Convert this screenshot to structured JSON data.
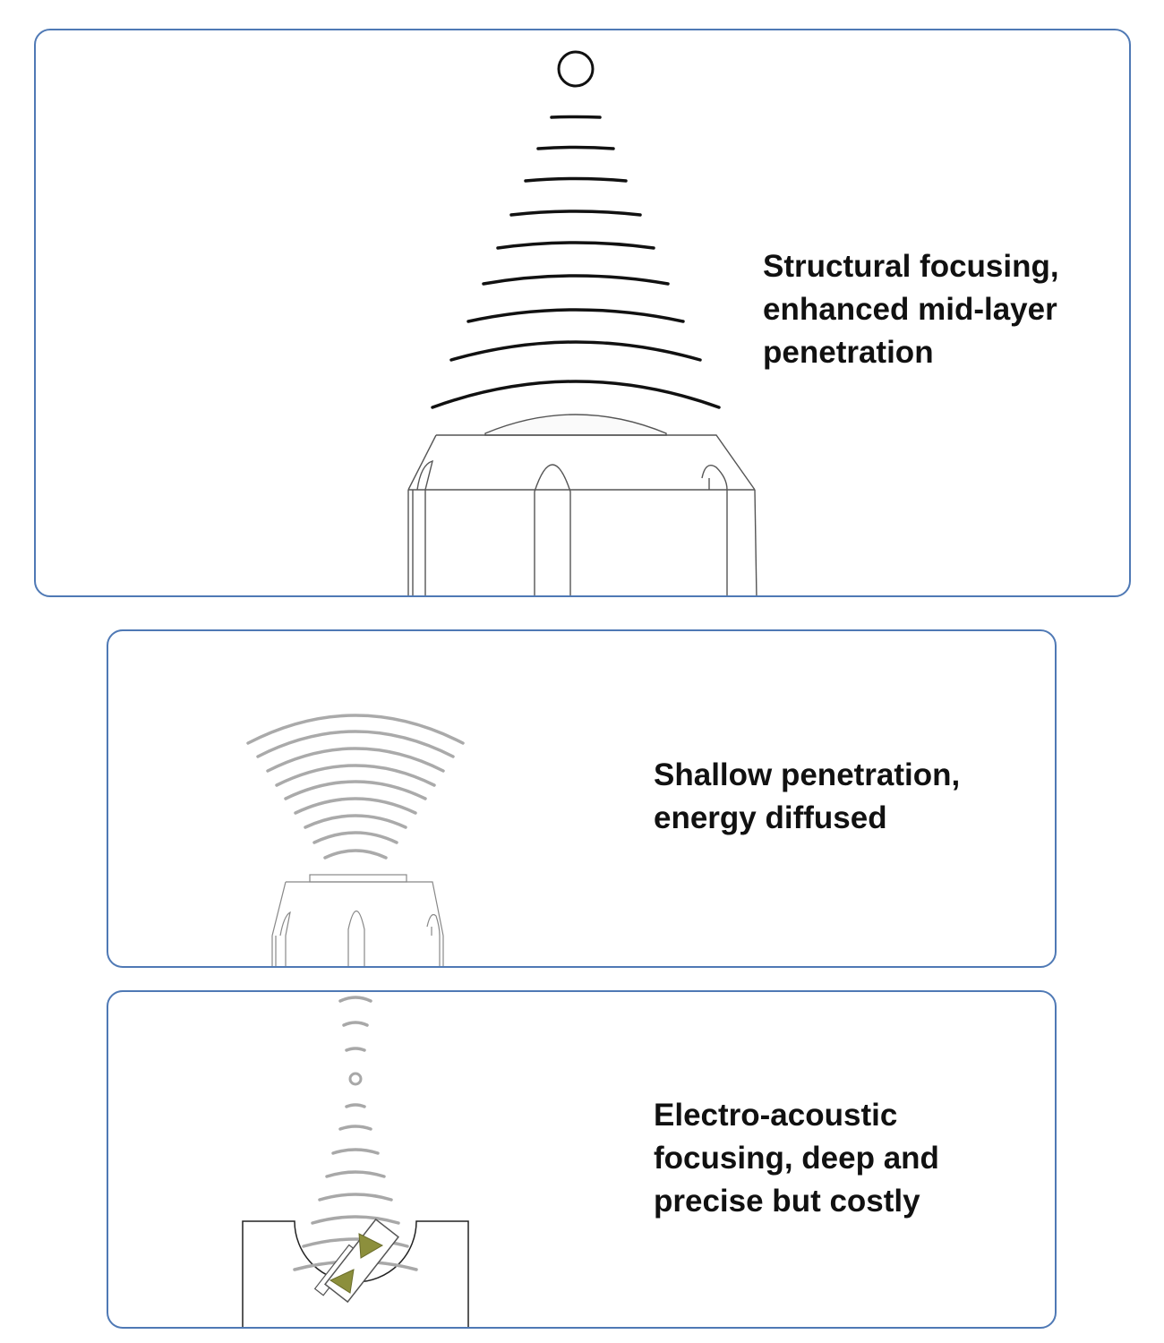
{
  "panels": [
    {
      "id": "structural",
      "caption_lines": [
        "Structural focusing,",
        "enhanced mid-layer",
        "penetration"
      ],
      "wave_color": "#111111",
      "device_color": "#555555"
    },
    {
      "id": "shallow",
      "caption_lines": [
        "Shallow penetration,",
        "energy diffused"
      ],
      "wave_color": "#aaaaaa",
      "device_color": "#888888"
    },
    {
      "id": "electro",
      "caption_lines": [
        "Electro-acoustic",
        "focusing, deep and",
        "precise but costly"
      ],
      "wave_color": "#a8a8a8",
      "device_color": "#222222",
      "transducer_color": "#8c8f3c"
    }
  ]
}
